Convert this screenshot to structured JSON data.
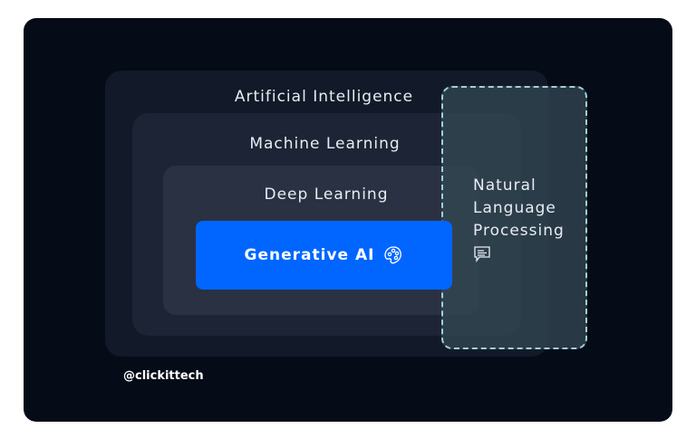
{
  "layers": {
    "ai": "Artificial Intelligence",
    "ml": "Machine Learning",
    "dl": "Deep Learning",
    "genai": "Generative AI"
  },
  "nlp": {
    "line1": "Natural",
    "line2": "Language",
    "line3": "Processing"
  },
  "handle": "@clickittech",
  "icons": {
    "genai": "palette-icon",
    "nlp": "chat-bubble-icon"
  },
  "colors": {
    "background": "#050b17",
    "genai": "#0066ff",
    "nlp_border": "#9fd0d6"
  }
}
